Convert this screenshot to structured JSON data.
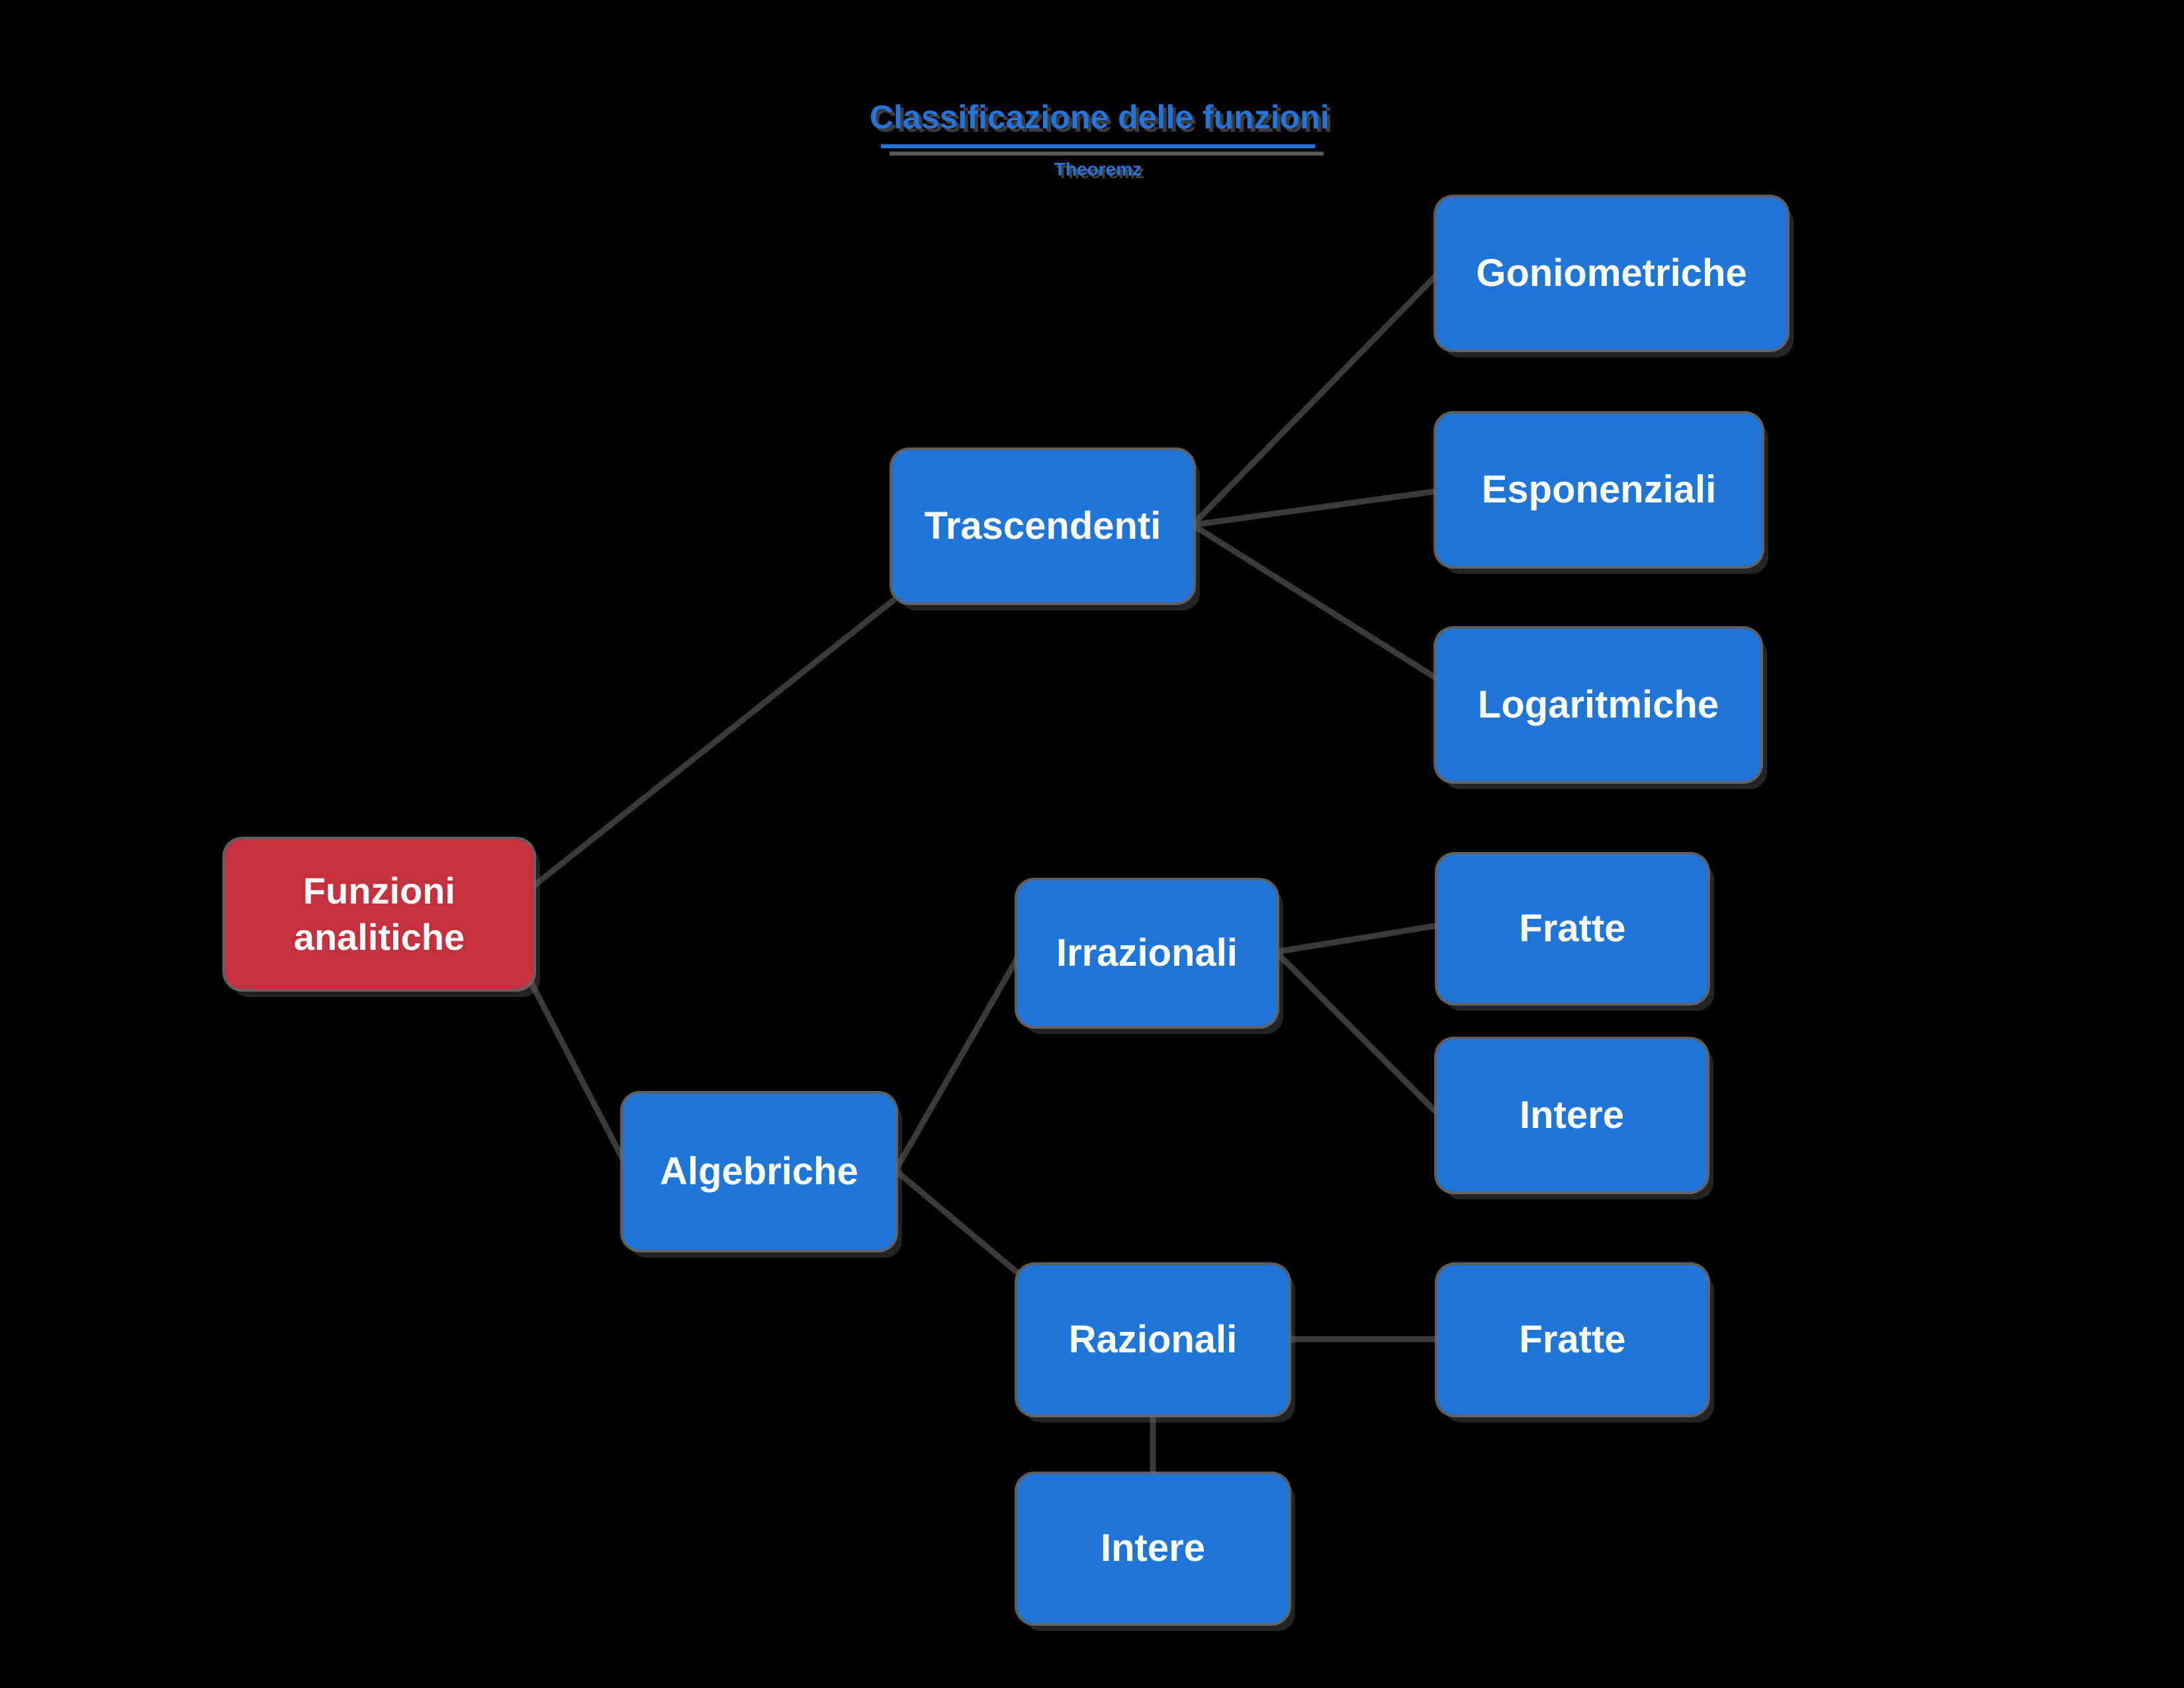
{
  "title": {
    "text": "Classificazione delle funzioni",
    "subtitle": "Theoremz"
  },
  "colors": {
    "bg": "#000000",
    "node_blue": "#1F75D8",
    "node_red": "#C5303E",
    "edge": "#3A3A3A",
    "title_blue": "#2374DC",
    "node_text": "#FFFFFF",
    "shadow_gray": "#6E6E6E"
  },
  "nodes": {
    "funzioni_analitiche": {
      "label": "Funzioni analitiche",
      "type": "root"
    },
    "trascendenti": {
      "label": "Trascendenti"
    },
    "algebriche": {
      "label": "Algebriche"
    },
    "goniometriche": {
      "label": "Goniometriche"
    },
    "esponenziali": {
      "label": "Esponenziali"
    },
    "logaritmiche": {
      "label": "Logaritmiche"
    },
    "irrazionali": {
      "label": "Irrazionali"
    },
    "fratte_irrazionali": {
      "label": "Fratte"
    },
    "intere_irrazionali": {
      "label": "Intere"
    },
    "razionali": {
      "label": "Razionali"
    },
    "fratte_razionali": {
      "label": "Fratte"
    },
    "intere_razionali": {
      "label": "Intere"
    }
  },
  "edges": [
    {
      "from": "funzioni_analitiche",
      "to": "trascendenti"
    },
    {
      "from": "funzioni_analitiche",
      "to": "algebriche"
    },
    {
      "from": "trascendenti",
      "to": "goniometriche"
    },
    {
      "from": "trascendenti",
      "to": "esponenziali"
    },
    {
      "from": "trascendenti",
      "to": "logaritmiche"
    },
    {
      "from": "algebriche",
      "to": "irrazionali"
    },
    {
      "from": "algebriche",
      "to": "razionali"
    },
    {
      "from": "irrazionali",
      "to": "fratte_irrazionali"
    },
    {
      "from": "irrazionali",
      "to": "intere_irrazionali"
    },
    {
      "from": "razionali",
      "to": "fratte_razionali"
    },
    {
      "from": "razionali",
      "to": "intere_razionali"
    }
  ]
}
